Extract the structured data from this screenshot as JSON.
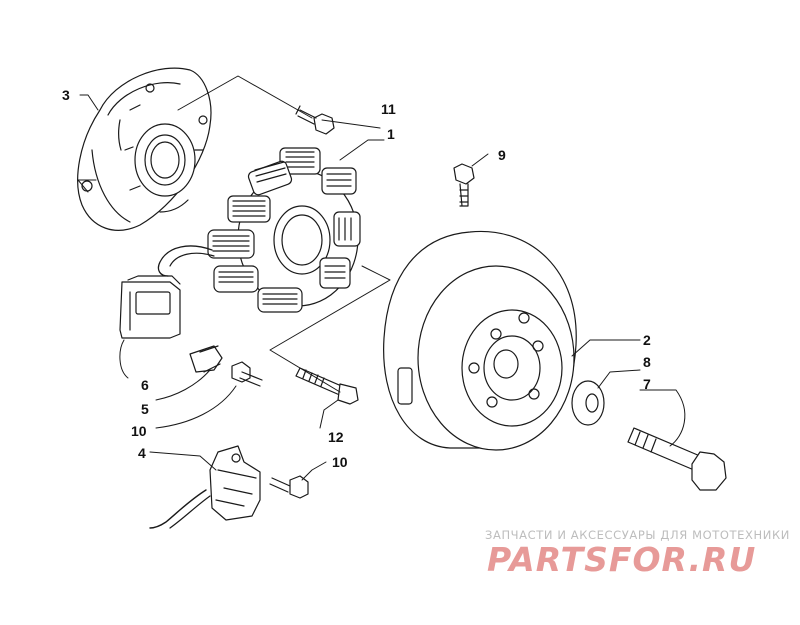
{
  "callouts": {
    "c1": "1",
    "c2": "2",
    "c3": "3",
    "c4": "4",
    "c5": "5",
    "c6": "6",
    "c7": "7",
    "c8": "8",
    "c9": "9",
    "c10a": "10",
    "c10b": "10",
    "c11": "11",
    "c12": "12"
  },
  "watermark": {
    "caption": "ЗАПЧАСТИ И АКСЕССУАРЫ ДЛЯ МОТОТЕХНИКИ",
    "logo": "PARTSFOR.RU"
  },
  "colors": {
    "line": "#1a1a1a",
    "logo": "#e79a98",
    "caption": "#bdbdbd"
  }
}
